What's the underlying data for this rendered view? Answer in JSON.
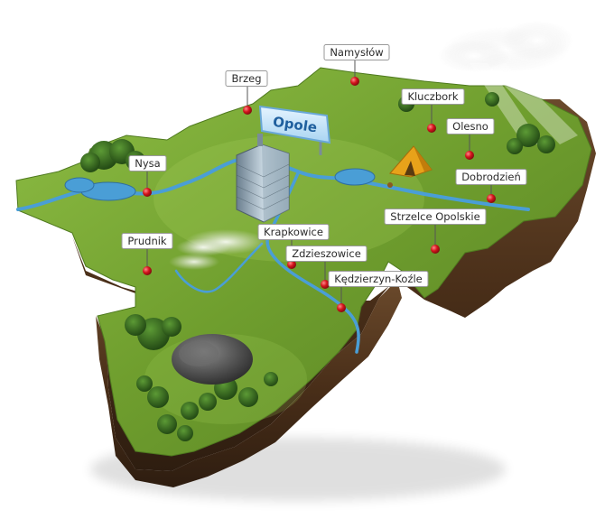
{
  "map": {
    "capital": {
      "name": "Opole"
    },
    "cities": [
      {
        "id": "namyslow",
        "name": "Namysłów"
      },
      {
        "id": "brzeg",
        "name": "Brzeg"
      },
      {
        "id": "kluczbork",
        "name": "Kluczbork"
      },
      {
        "id": "olesno",
        "name": "Olesno"
      },
      {
        "id": "nysa",
        "name": "Nysa"
      },
      {
        "id": "dobrodzien",
        "name": "Dobrodzień"
      },
      {
        "id": "strzelce-opolskie",
        "name": "Strzelce Opolskie"
      },
      {
        "id": "krapkowice",
        "name": "Krapkowice"
      },
      {
        "id": "prudnik",
        "name": "Prudnik"
      },
      {
        "id": "zdzieszowice",
        "name": "Zdzieszowice"
      },
      {
        "id": "kedzierzyn-kozle",
        "name": "Kędzierzyn-Koźle"
      }
    ],
    "colors": {
      "grass": "#6f9e2e",
      "grass_light": "#8fbe45",
      "soil": "#5a3b22",
      "soil_dark": "#2e1d10",
      "river": "#4a9ed6",
      "pin": "#c8121a",
      "label_border": "#9a9a9a",
      "capital_sign": "#bfe0f7",
      "tent": "#e8a21a",
      "rock": "#4c4c4c",
      "tree": "#2f5e1c"
    }
  }
}
